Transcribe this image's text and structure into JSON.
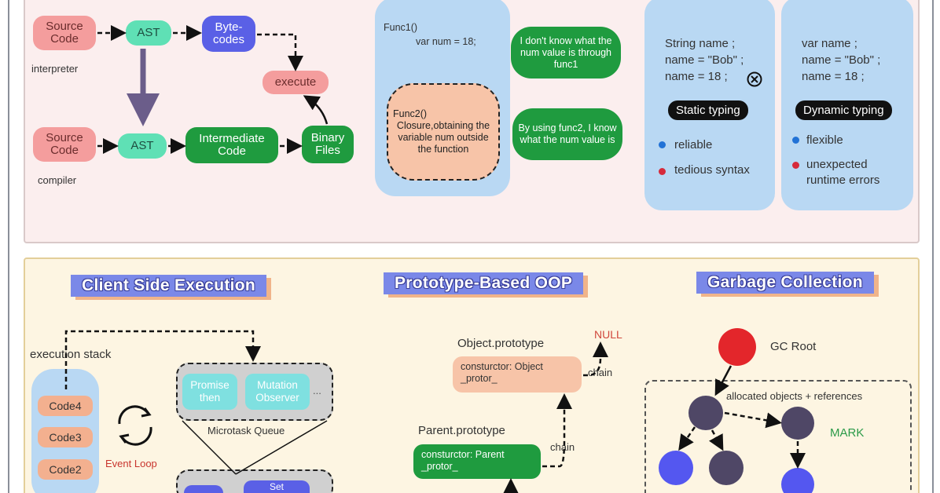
{
  "top": {
    "compile": {
      "row1": {
        "source": "Source Code",
        "ast": "AST",
        "bytecodes": "Byte-codes",
        "caption": "interpreter"
      },
      "row2": {
        "source": "Source Code",
        "ast": "AST",
        "intermediate": "Intermediate Code",
        "binary": "Binary Files",
        "caption": "compiler"
      },
      "execute": "execute"
    },
    "closure": {
      "func1": "Func1()",
      "func1_body": "var num = 18;",
      "bubble1": "I don't know what the num value is through func1",
      "func2": "Func2()",
      "func2_body": "Closure,obtaining the variable num outside the function",
      "bubble2": "By using func2, I know what the num value is"
    },
    "typing": {
      "static": {
        "code": [
          "String name ;",
          "name = \"Bob\" ;",
          "name = 18 ;"
        ],
        "badge": "Static typing",
        "pros": "reliable",
        "cons": "tedious syntax",
        "error_icon": "x-circle-icon"
      },
      "dynamic": {
        "code": [
          "var name ;",
          "name = \"Bob\" ;",
          "name = 18 ;"
        ],
        "badge": "Dynamic typing",
        "pros": "flexible",
        "cons": "unexpected runtime errors"
      }
    }
  },
  "bottom": {
    "client": {
      "title": "Client Side Execution",
      "stack_label": "execution stack",
      "stack": [
        "Code4",
        "Code3",
        "Code2"
      ],
      "event_loop": "Event Loop",
      "microtasks": [
        "Promise then",
        "Mutation Observer",
        "..."
      ],
      "microtask_label": "Microtask Queue",
      "macrotask_partial": "Set"
    },
    "prototype": {
      "title": "Prototype-Based OOP",
      "null": "NULL",
      "object_label": "Object.prototype",
      "object_box": "consturctor: Object _protor_",
      "parent_label": "Parent.prototype",
      "parent_box": "consturctor: Parent _protor_",
      "chain": "chain"
    },
    "gc": {
      "title": "Garbage Collection",
      "root": "GC Root",
      "region_label": "allocated objects + references",
      "mark": "MARK"
    }
  },
  "colors": {
    "pink": "#f49d9d",
    "teal": "#5fe0b5",
    "violet": "#5a60e6",
    "green": "#1f9b3f",
    "blue_card": "#b9d8f3",
    "bubble_peach": "#f7c4a8",
    "gc_root": "#e3262b",
    "gc_node": "#4f4766",
    "gc_leaf": "#5457f0",
    "mark_text": "#2a9a48"
  }
}
